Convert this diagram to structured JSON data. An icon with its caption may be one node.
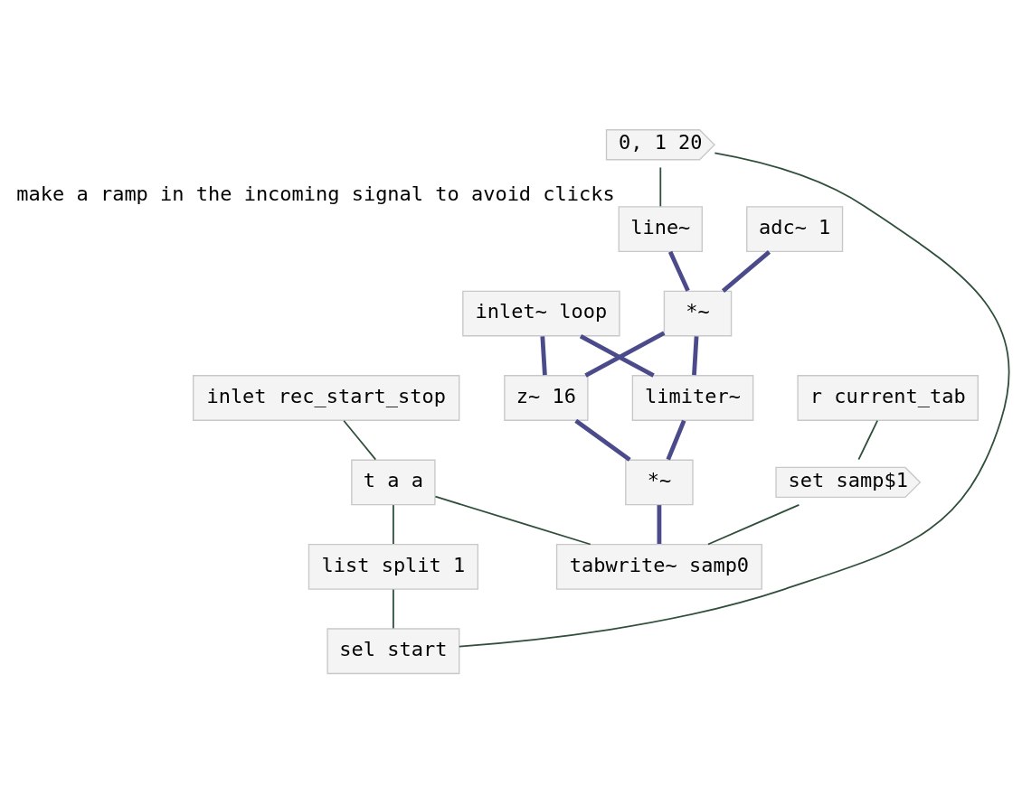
{
  "diagram": {
    "nodes": [
      {
        "text": [
          "adc~ 1"
        ]
      },
      {
        "text": [
          "0, 1 20"
        ]
      },
      {
        "text": [
          "line~"
        ],
        "beside": [
          "make a ramp in the incoming signal to avoid clicks"
        ]
      },
      {
        "text": [
          "*~"
        ]
      },
      {
        "text": [
          "inlet~ loop"
        ]
      },
      {
        "text": [
          "z~ 16"
        ]
      },
      {
        "text": [
          "limiter~"
        ]
      },
      {
        "text": [
          "*~"
        ]
      },
      {
        "text": [
          "inlet rec_start_stop"
        ]
      },
      {
        "text": [
          "t a a"
        ]
      },
      {
        "text": [
          "list split 1"
        ]
      },
      {
        "text": [
          "r current_tab"
        ]
      },
      {
        "text": [
          "sel start"
        ]
      },
      {
        "text": [
          "set samp$1"
        ]
      },
      {
        "text": [
          "tabwrite~ samp0"
        ]
      }
    ],
    "edges": [
      {
        "from": 0,
        "to": 3,
        "arrow": "none",
        "color": "#4b4b8c"
      },
      {
        "from": 1,
        "to": 2,
        "arrow": "none"
      },
      {
        "from": 2,
        "to": 3,
        "arrow": "none",
        "color": "#4b4b8c"
      },
      {
        "from": 3,
        "to": 5,
        "arrow": "none",
        "color": "#4b4b8c"
      },
      {
        "from": 3,
        "to": 6,
        "arrow": "none",
        "color": "#4b4b8c"
      },
      {
        "from": 4,
        "to": 5,
        "arrow": "none",
        "color": "#4b4b8c"
      },
      {
        "from": 4,
        "to": 6,
        "arrow": "none",
        "color": "#4b4b8c"
      },
      {
        "from": 5,
        "to": 7,
        "arrow": "none",
        "color": "#4b4b8c"
      },
      {
        "from": 6,
        "to": 7,
        "arrow": "none",
        "color": "#4b4b8c"
      },
      {
        "from": 7,
        "to": 14,
        "arrow": "none",
        "color": "#4b4b8c"
      },
      {
        "from": 8,
        "to": 9,
        "arrow": "none"
      },
      {
        "from": 9,
        "to": 14,
        "arrow": "none"
      },
      {
        "from": 9,
        "to": 10,
        "arrow": "none"
      },
      {
        "from": 10,
        "to": 12,
        "arrow": "none"
      },
      {
        "from": 12,
        "to": 1,
        "arrow": "none"
      },
      {
        "from": 11,
        "to": 13,
        "arrow": "none"
      },
      {
        "from": 13,
        "to": 14,
        "arrow": "none"
      }
    ]
  }
}
